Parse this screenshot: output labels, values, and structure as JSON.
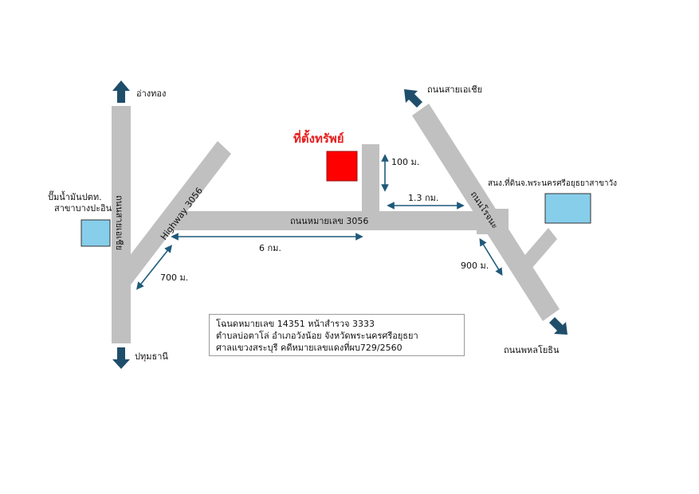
{
  "title": "ที่ตั้งทรัพย์",
  "destinations": {
    "north_left": "อ่างทอง",
    "south_left": "ปทุมธานี",
    "north_right": "ถนนสายเอเชีย",
    "south_right": "ถนนพหลโยธิน"
  },
  "roads": {
    "highway_diagonal": "Highway 3056",
    "main_horizontal": "ถนนหมายเลข 3056",
    "vertical_left": "ถนนสายเอเชีย",
    "diagonal_right": "ถนนโรจนะ"
  },
  "landmarks": {
    "gas_station_line1": "ปั๊มน้ำมันปตท.",
    "gas_station_line2": "สาขาบางปะอิน",
    "land_office": "สนง.ที่ดินจ.พระนครศรีอยุธยาสาขาวัง"
  },
  "distances": {
    "spur": "100 ม.",
    "east": "1.3 กม.",
    "west": "6 กม.",
    "diag_left": "700 ม.",
    "diag_right": "900 ม."
  },
  "info": {
    "line1": "โฉนดหมายเลข 14351 หน้าสำรวจ 3333",
    "line2": "ตำบลบ่อตาโล่ อำเภอวังน้อย จังหวัดพระนครศรีอยุธยา",
    "line3": "ศาลแขวงสระบุรี คดีหมายเลขแดงที่ผบ729/2560"
  },
  "colors": {
    "road": "#c0c0c0",
    "arrow": "#1f4e6b",
    "property": "#ff0000",
    "landmark": "#87ceeb",
    "title": "#e41e1e",
    "measure": "#1f5a7a"
  },
  "icons": [
    "arrow-up-icon",
    "arrow-down-icon",
    "arrow-diagonal-icon",
    "double-arrow-icon"
  ]
}
